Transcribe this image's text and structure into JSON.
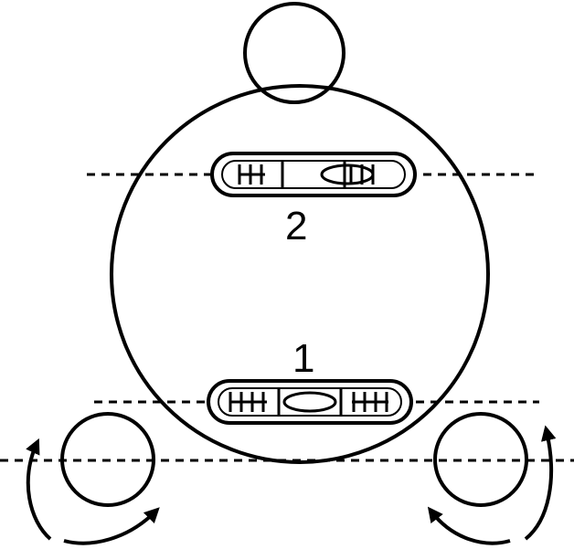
{
  "diagram": {
    "labels": {
      "level_top": "2",
      "level_bottom": "1"
    },
    "colors": {
      "stroke": "#000000",
      "background": "#ffffff"
    },
    "icons": [
      "leveling-screw-rotation-arrows"
    ]
  }
}
